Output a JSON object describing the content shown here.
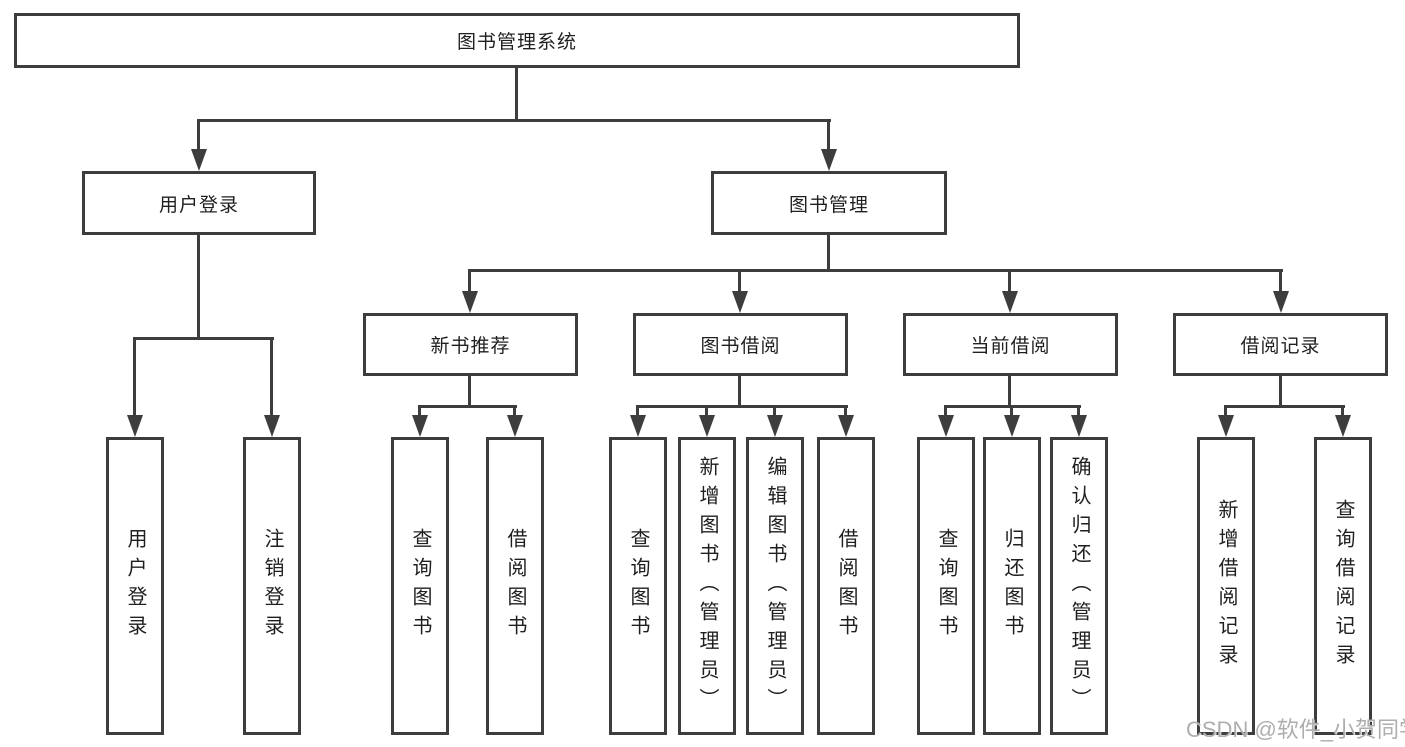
{
  "tree": {
    "root": {
      "label": "图书管理系统"
    },
    "level2": [
      {
        "label": "用户登录"
      },
      {
        "label": "图书管理"
      }
    ],
    "level3": [
      {
        "label": "新书推荐"
      },
      {
        "label": "图书借阅"
      },
      {
        "label": "当前借阅"
      },
      {
        "label": "借阅记录"
      }
    ],
    "leaves": [
      {
        "label": "用户登录"
      },
      {
        "label": "注销登录"
      },
      {
        "label": "查询图书"
      },
      {
        "label": "借阅图书"
      },
      {
        "label": "查询图书"
      },
      {
        "label": "新增图书（管理员）"
      },
      {
        "label": "编辑图书（管理员）"
      },
      {
        "label": "借阅图书"
      },
      {
        "label": "查询图书"
      },
      {
        "label": "归还图书"
      },
      {
        "label": "确认归还（管理员）"
      },
      {
        "label": "新增借阅记录"
      },
      {
        "label": "查询借阅记录"
      }
    ]
  },
  "watermark": {
    "text": "CSDN @软件_小贺同学"
  },
  "colors": {
    "line": "#3d3d3d",
    "text": "#1f1f1f",
    "watermark": "#aeaeae",
    "background": "#ffffff"
  }
}
